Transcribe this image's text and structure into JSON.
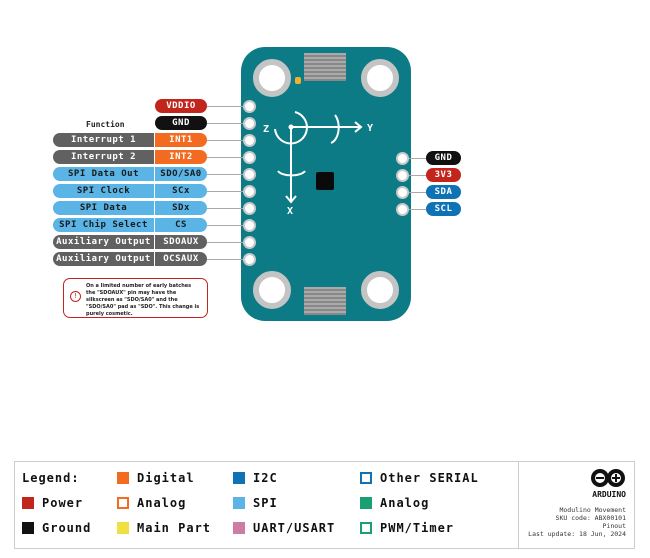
{
  "function_header": "Function",
  "left_pins": [
    {
      "pin": "VDDIO",
      "color": "red"
    },
    {
      "pin": "GND",
      "color": "black"
    },
    {
      "function": "Interrupt 1",
      "pin": "INT1",
      "color": "digital"
    },
    {
      "function": "Interrupt 2",
      "pin": "INT2",
      "color": "digital"
    },
    {
      "function": "SPI Data Out",
      "pin": "SDO/SA0",
      "color": "spi"
    },
    {
      "function": "SPI Clock",
      "pin": "SCx",
      "color": "spi"
    },
    {
      "function": "SPI Data",
      "pin": "SDx",
      "color": "spi"
    },
    {
      "function": "SPI Chip Select",
      "pin": "CS",
      "color": "spi"
    },
    {
      "function": "Auxiliary Output",
      "pin": "SDOAUX",
      "color": "gray"
    },
    {
      "function": "Auxiliary Output",
      "pin": "OCSAUX",
      "color": "gray"
    }
  ],
  "right_pins": [
    "GND",
    "3V3",
    "SDA",
    "SCL"
  ],
  "axes": {
    "x": "X",
    "y": "Y",
    "z": "Z"
  },
  "note": "On a limited number of early batches the \"SDOAUX\" pin may have the silkscreen as \"SDO/SA0\" and the \"SDO/SA0\" pad as \"SDO\". This change is purely cosmetic.",
  "legend": {
    "title": "Legend:",
    "items": [
      {
        "label": "Power",
        "color": "#c1251b",
        "style": "fill"
      },
      {
        "label": "Ground",
        "color": "#111111",
        "style": "fill"
      },
      {
        "label": "Digital",
        "color": "#f26b21",
        "style": "fill"
      },
      {
        "label": "Analog",
        "color": "#f26b21",
        "style": "outline"
      },
      {
        "label": "Main Part",
        "color": "#f0e040",
        "style": "fill"
      },
      {
        "label": "I2C",
        "color": "#0f72b5",
        "style": "fill"
      },
      {
        "label": "SPI",
        "color": "#5ab4e5",
        "style": "fill"
      },
      {
        "label": "UART/USART",
        "color": "#d07aa8",
        "style": "fill"
      },
      {
        "label": "Other SERIAL",
        "color": "#0f72b5",
        "style": "outline"
      },
      {
        "label": "Analog",
        "color": "#18a070",
        "style": "fill"
      },
      {
        "label": "PWM/Timer",
        "color": "#18a070",
        "style": "outline"
      }
    ]
  },
  "info": {
    "brand": "ARDUINO",
    "product": "Modulino Movement",
    "sku": "SKU code: ABX00101",
    "type": "Pinout",
    "updated": "Last update: 18 Jun, 2024"
  }
}
